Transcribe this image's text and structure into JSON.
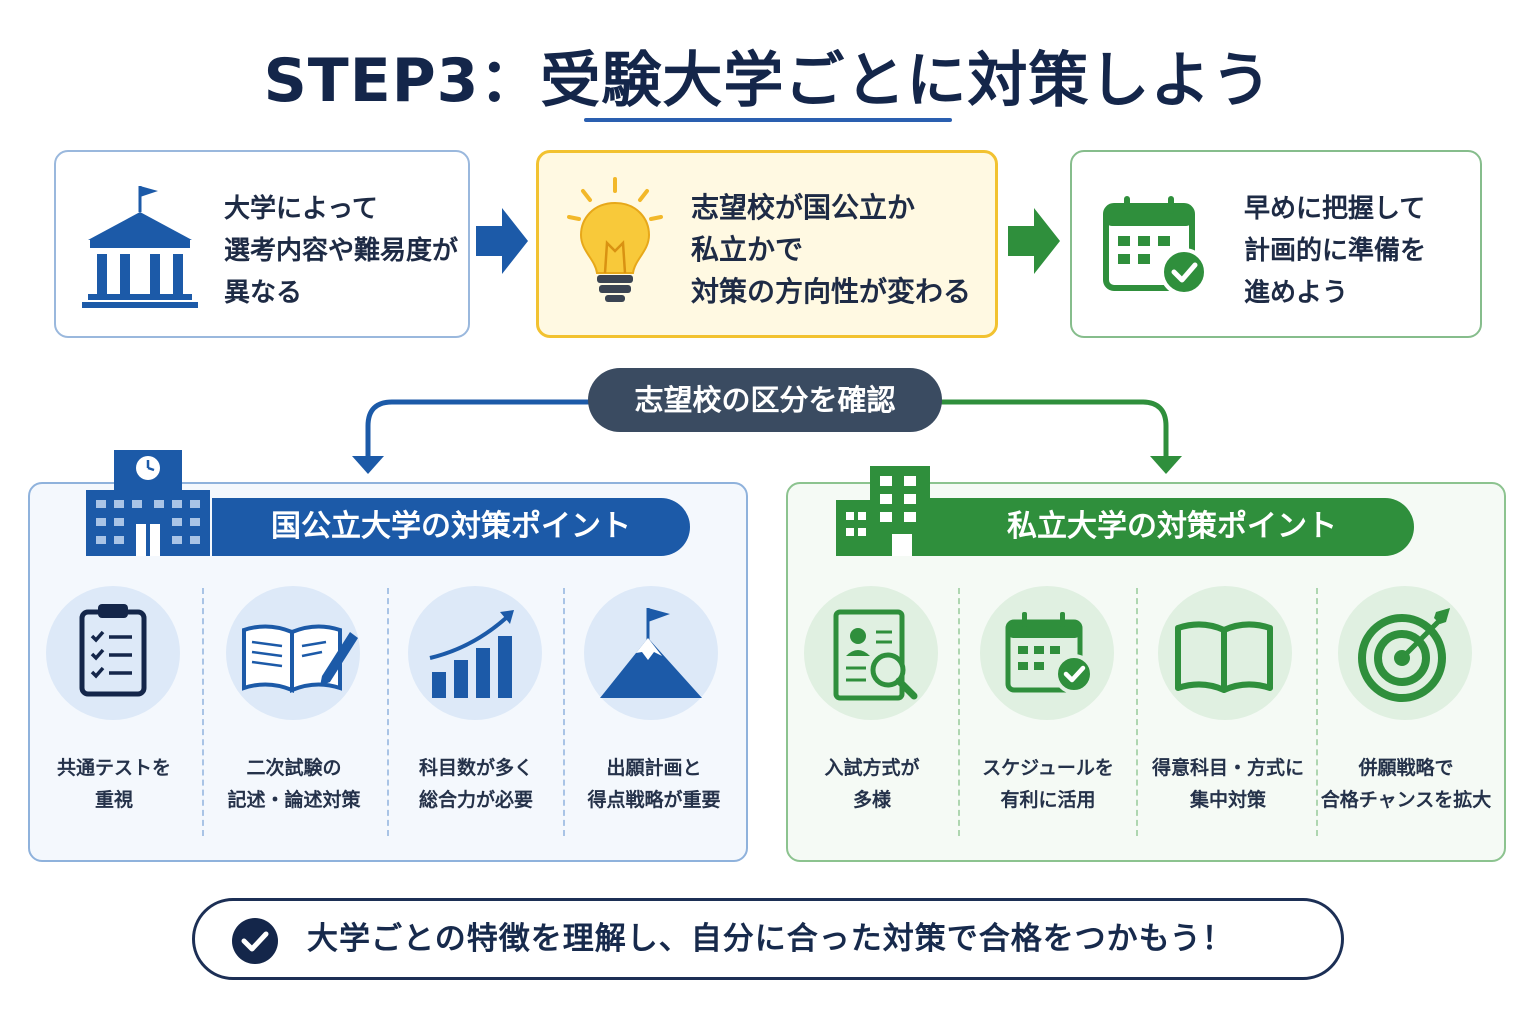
{
  "title": "STEP3：受験大学ごとに対策しよう",
  "top_boxes": [
    {
      "lines": [
        "大学によって",
        "選考内容や難易度が",
        "異なる"
      ],
      "icon": "university-building-icon"
    },
    {
      "lines": [
        "志望校が国公立か",
        "私立かで",
        "対策の方向性が変わる"
      ],
      "icon": "lightbulb-icon"
    },
    {
      "lines": [
        "早めに把握して",
        "計画的に準備を",
        "進めよう"
      ],
      "icon": "calendar-check-icon"
    }
  ],
  "center_pill": "志望校の区分を確認",
  "national": {
    "title": "国公立大学の対策ポイント",
    "items": [
      {
        "lines": [
          "共通テストを",
          "重視"
        ],
        "icon": "checklist-clipboard-icon"
      },
      {
        "lines": [
          "二次試験の",
          "記述・論述対策"
        ],
        "icon": "book-pen-icon"
      },
      {
        "lines": [
          "科目数が多く",
          "総合力が必要"
        ],
        "icon": "growth-chart-icon"
      },
      {
        "lines": [
          "出願計画と",
          "得点戦略が重要"
        ],
        "icon": "mountain-flag-icon"
      }
    ]
  },
  "private": {
    "title": "私立大学の対策ポイント",
    "items": [
      {
        "lines": [
          "入試方式が",
          "多様"
        ],
        "icon": "document-search-icon"
      },
      {
        "lines": [
          "スケジュールを",
          "有利に活用"
        ],
        "icon": "calendar-check-icon"
      },
      {
        "lines": [
          "得意科目・方式に",
          "集中対策"
        ],
        "icon": "open-book-icon"
      },
      {
        "lines": [
          "併願戦略で",
          "合格チャンスを拡大"
        ],
        "icon": "target-arrow-icon"
      }
    ]
  },
  "footer": "大学ごとの特徴を理解し、自分に合った対策で合格をつかもう！",
  "colors": {
    "navy": "#14264a",
    "blue": "#1c5aa8",
    "green": "#2f8f3c",
    "yellow": "#f2c230",
    "pill": "#3a4b61"
  }
}
